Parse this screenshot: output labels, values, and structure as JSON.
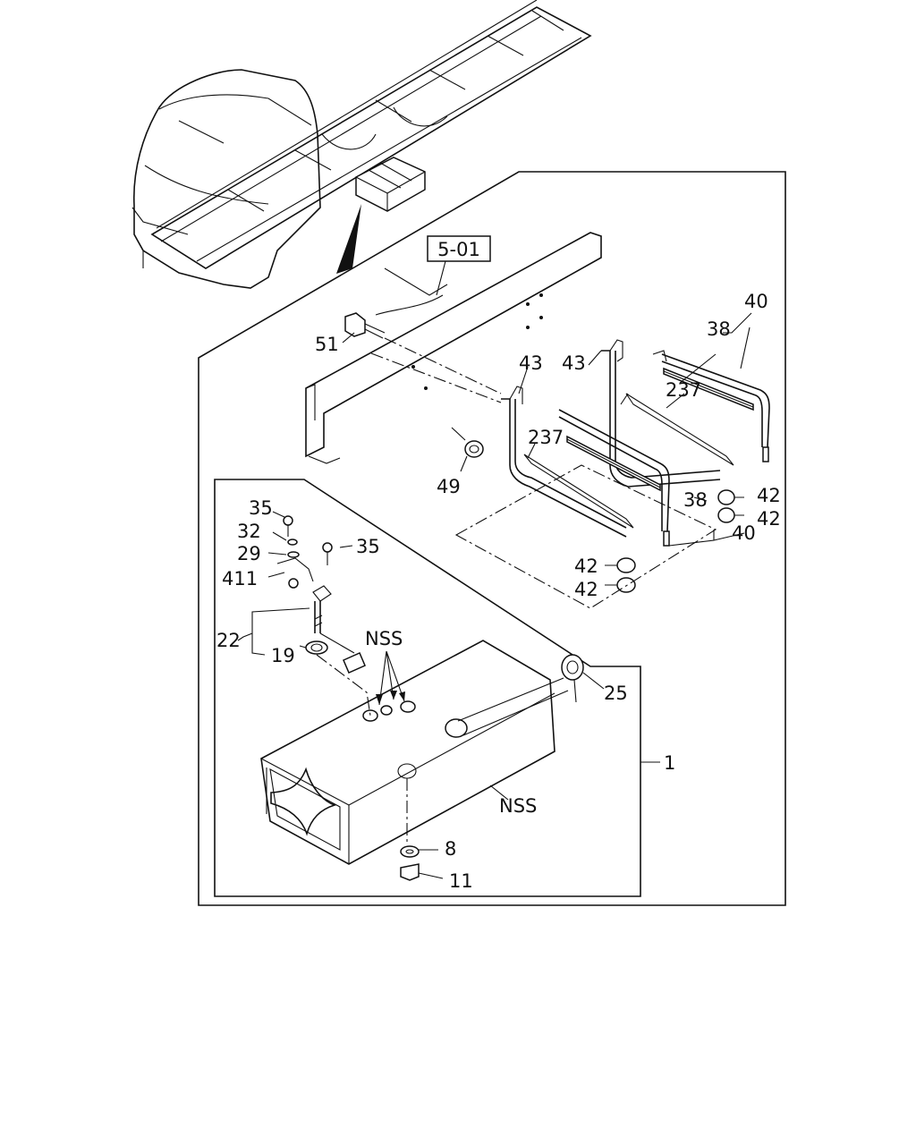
{
  "diagram": {
    "ref_box": "5-01",
    "labels": {
      "l51": "51",
      "l40a": "40",
      "l38a": "38",
      "l43a": "43",
      "l43b": "43",
      "l237a": "237",
      "l237b": "237",
      "l49": "49",
      "l38b": "38",
      "l42a": "42",
      "l42b": "42",
      "l40b": "40",
      "l42c": "42",
      "l42d": "42",
      "l35a": "35",
      "l32": "32",
      "l29": "29",
      "l411": "411",
      "l35b": "35",
      "l22": "22",
      "l19": "19",
      "nss_top": "NSS",
      "l25": "25",
      "l1": "1",
      "nss_tank": "NSS",
      "l8": "8",
      "l11": "11"
    }
  }
}
